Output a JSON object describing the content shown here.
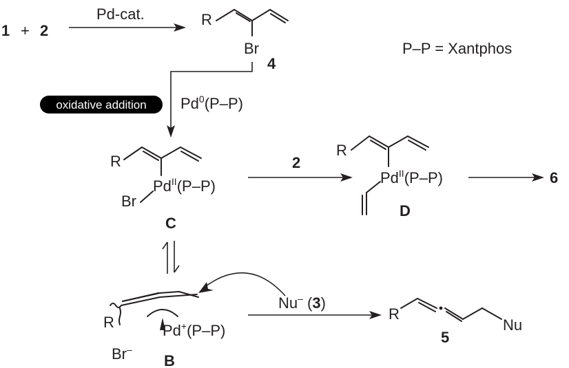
{
  "reaction": {
    "reactant1": "1",
    "plus": "+",
    "reactant2": "2",
    "catalyst": "Pd-cat.",
    "definition": "P–P = Xantphos"
  },
  "compound4": {
    "r": "R",
    "br": "Br",
    "number": "4"
  },
  "oxidative_step": {
    "badge": "oxidative addition",
    "reagent_pd": "Pd",
    "reagent_sup": "0",
    "reagent_lig": "(P–P)"
  },
  "intermediate_c": {
    "r": "R",
    "pd": "Pd",
    "pd_sup": "II",
    "lig": "(P–P)",
    "br": "Br",
    "label": "C"
  },
  "step_c_to_d": {
    "reagent": "2"
  },
  "intermediate_d": {
    "r": "R",
    "pd": "Pd",
    "pd_sup": "II",
    "lig": "(P–P)",
    "label": "D"
  },
  "product6": {
    "label": "6"
  },
  "intermediate_b": {
    "r": "R",
    "pd": "Pd",
    "pd_sup": "+",
    "lig": "(P–P)",
    "counterion": "Br",
    "counterion_sup": "–",
    "label": "B"
  },
  "nucleophile": {
    "nu": "Nu",
    "nu_sup": "–",
    "open": " (",
    "number": "3",
    "close": ")"
  },
  "product5": {
    "r": "R",
    "nu": "Nu",
    "label": "5"
  }
}
